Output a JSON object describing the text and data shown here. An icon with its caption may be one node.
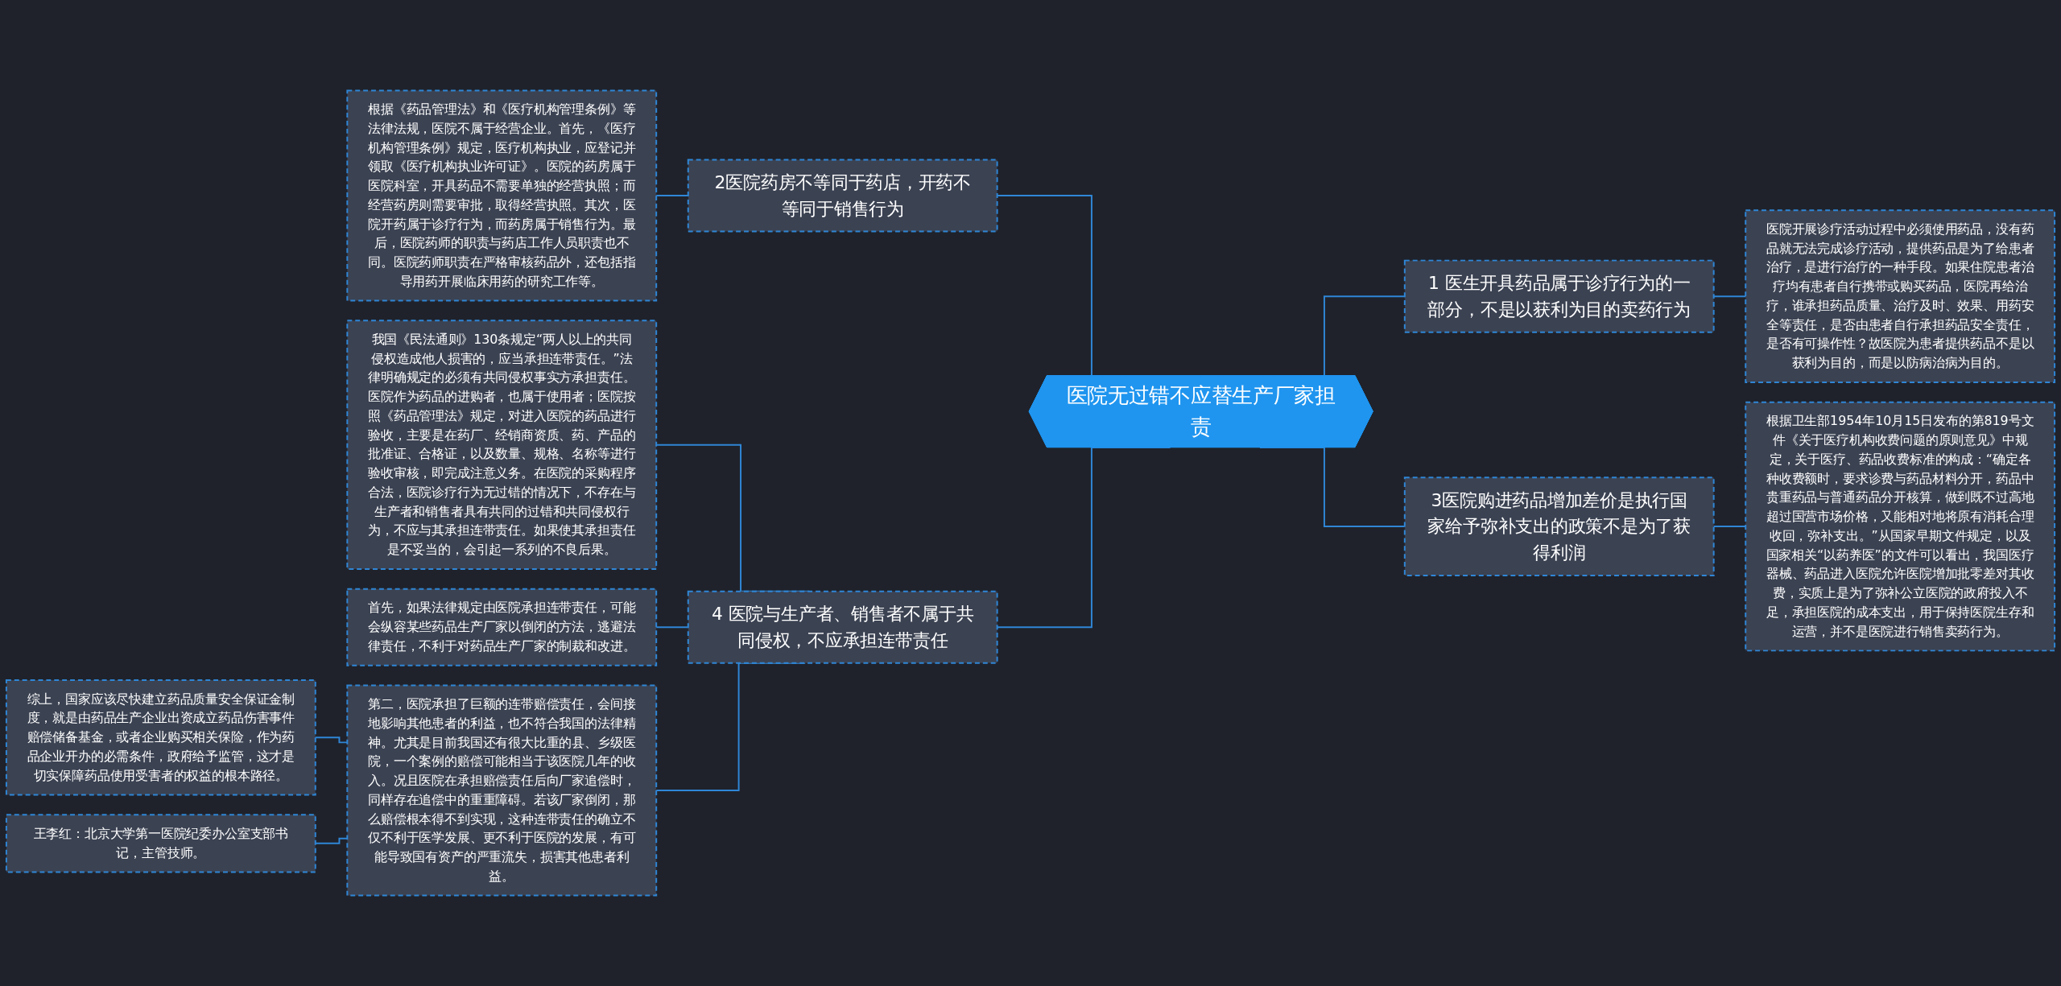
{
  "diagram": {
    "nodes": [
      {
        "text": [
          "医院无过错不应替生产厂家担责"
        ]
      },
      {
        "text": [
          "1 医生开具药品属于诊疗行为的一部分，不是以获利为目的卖药行为"
        ]
      },
      {
        "text": [
          "医院开展诊疗活动过程中必须使用药品，没有药品就无法完成诊疗活动，提供药品是为了给患者治疗，是进行治疗的一种手段。如果住院患者治疗均有患者自行携带或购买药品，医院再给治疗，谁承担药品质量、治疗及时、效果、用药安全等责任，是否由患者自行承担药品安全责任，是否有可操作性？故医院为患者提供药品不是以获利为目的，而是以防病治病为目的。"
        ]
      },
      {
        "text": [
          "3医院购进药品增加差价是执行国家给予弥补支出的政策不是为了获得利润"
        ]
      },
      {
        "text": [
          "根据卫生部1954年10月15日发布的第819号文件《关于医疗机构收费问题的原则意见》中规定，关于医疗、药品收费标准的构成：“确定各种收费额时，要求诊费与药品材料分开，药品中贵重药品与普通药品分开核算，做到既不过高地超过国营市场价格，又能相对地将原有消耗合理收回，弥补支出。”从国家早期文件规定，以及国家相关“以药养医”的文件可以看出，我国医疗器械、药品进入医院允许医院增加批零差对其收费，实质上是为了弥补公立医院的政府投入不足，承担医院的成本支出，用于保持医院生存和运营，并不是医院进行销售卖药行为。"
        ]
      },
      {
        "text": [
          "2医院药房不等同于药店，开药不等同于销售行为"
        ]
      },
      {
        "text": [
          "根据《药品管理法》和《医疗机构管理条例》等法律法规，医院不属于经营企业。首先，《医疗机构管理条例》规定，医疗机构执业，应登记并领取《医疗机构执业许可证》。医院的药房属于医院科室，开具药品不需要单独的经营执照；而经营药房则需要审批，取得经营执照。其次，医院开药属于诊疗行为，而药房属于销售行为。最后，医院药师的职责与药店工作人员职责也不同。医院药师职责在严格审核药品外，还包括指导用药开展临床用药的研究工作等。"
        ]
      },
      {
        "text": [
          "4 医院与生产者、销售者不属于共同侵权，不应承担连带责任"
        ]
      },
      {
        "text": [
          "我国《民法通则》130条规定“两人以上的共同侵权造成他人损害的，应当承担连带责任。”法律明确规定的必须有共同侵权事实方承担责任。医院作为药品的进购者，也属于使用者；医院按照《药品管理法》规定，对进入医院的药品进行验收，主要是在药厂、经销商资质、药、产品的批准证、合格证，以及数量、规格、名称等进行验收审核，即完成注意义务。在医院的采购程序合法，医院诊疗行为无过错的情况下，不存在与生产者和销售者具有共同的过错和共同侵权行为，不应与其承担连带责任。如果使其承担责任是不妥当的，会引起一系列的不良后果。"
        ]
      },
      {
        "text": [
          "首先，如果法律规定由医院承担连带责任，可能会纵容某些药品生产厂家以倒闭的方法，逃避法律责任，不利于对药品生产厂家的制裁和改进。"
        ]
      },
      {
        "text": [
          "第二，医院承担了巨额的连带赔偿责任，会间接地影响其他患者的利益，也不符合我国的法律精神。尤其是目前我国还有很大比重的县、乡级医院，一个案例的赔偿可能相当于该医院几年的收入。况且医院在承担赔偿责任后向厂家追偿时，同样存在追偿中的重重障碍。若该厂家倒闭，那么赔偿根本得不到实现，这种连带责任的确立不仅不利于医学发展、更不利于医院的发展，有可能导致国有资产的严重流失，损害其他患者利益。"
        ]
      },
      {
        "text": [
          "综上，国家应该尽快建立药品质量安全保证金制度，就是由药品生产企业出资成立药品伤害事件赔偿储备基金，或者企业购买相关保险，作为药品企业开办的必需条件，政府给予监管，这才是切实保障药品使用受害者的权益的根本路径。"
        ]
      },
      {
        "text": [
          "王李红：北京大学第一医院纪委办公室支部书记，主管技师。"
        ]
      }
    ],
    "edges": [
      {
        "from": 0,
        "to": 1,
        "arrow": "none"
      },
      {
        "from": 1,
        "to": 2,
        "arrow": "none"
      },
      {
        "from": 0,
        "to": 3,
        "arrow": "none"
      },
      {
        "from": 3,
        "to": 4,
        "arrow": "none"
      },
      {
        "from": 0,
        "to": 5,
        "arrow": "none"
      },
      {
        "from": 5,
        "to": 6,
        "arrow": "none"
      },
      {
        "from": 0,
        "to": 7,
        "arrow": "none"
      },
      {
        "from": 7,
        "to": 8,
        "arrow": "none"
      },
      {
        "from": 7,
        "to": 9,
        "arrow": "none"
      },
      {
        "from": 7,
        "to": 10,
        "arrow": "none"
      },
      {
        "from": 10,
        "to": 11,
        "arrow": "none"
      },
      {
        "from": 10,
        "to": 12,
        "arrow": "none"
      }
    ]
  }
}
